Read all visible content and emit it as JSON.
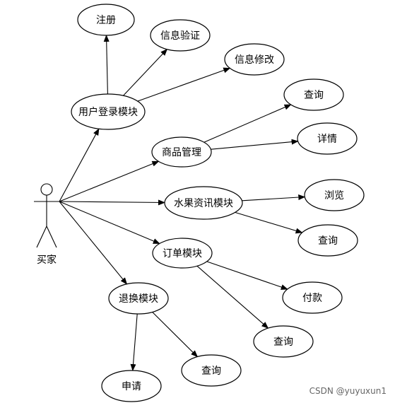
{
  "actor": {
    "id": "buyer",
    "label": "买家"
  },
  "nodes": [
    {
      "id": "login",
      "label": "用户登录模块"
    },
    {
      "id": "register",
      "label": "注册"
    },
    {
      "id": "verify",
      "label": "信息验证"
    },
    {
      "id": "modify",
      "label": "信息修改"
    },
    {
      "id": "goods",
      "label": "商品管理"
    },
    {
      "id": "goods_query",
      "label": "查询"
    },
    {
      "id": "goods_detail",
      "label": "详情"
    },
    {
      "id": "fruit",
      "label": "水果资讯模块"
    },
    {
      "id": "fruit_browse",
      "label": "浏览"
    },
    {
      "id": "fruit_query",
      "label": "查询"
    },
    {
      "id": "order",
      "label": "订单模块"
    },
    {
      "id": "order_pay",
      "label": "付款"
    },
    {
      "id": "order_query",
      "label": "查询"
    },
    {
      "id": "refund",
      "label": "退换模块"
    },
    {
      "id": "refund_apply",
      "label": "申请"
    },
    {
      "id": "refund_query",
      "label": "查询"
    }
  ],
  "edges": [
    {
      "from": "buyer",
      "to": "login"
    },
    {
      "from": "buyer",
      "to": "goods"
    },
    {
      "from": "buyer",
      "to": "fruit"
    },
    {
      "from": "buyer",
      "to": "order"
    },
    {
      "from": "buyer",
      "to": "refund"
    },
    {
      "from": "login",
      "to": "register"
    },
    {
      "from": "login",
      "to": "verify"
    },
    {
      "from": "login",
      "to": "modify"
    },
    {
      "from": "goods",
      "to": "goods_query"
    },
    {
      "from": "goods",
      "to": "goods_detail"
    },
    {
      "from": "fruit",
      "to": "fruit_browse"
    },
    {
      "from": "fruit",
      "to": "fruit_query"
    },
    {
      "from": "order",
      "to": "order_pay"
    },
    {
      "from": "order",
      "to": "order_query"
    },
    {
      "from": "refund",
      "to": "refund_apply"
    },
    {
      "from": "refund",
      "to": "refund_query"
    }
  ],
  "watermark": "CSDN @yuyuxun1"
}
